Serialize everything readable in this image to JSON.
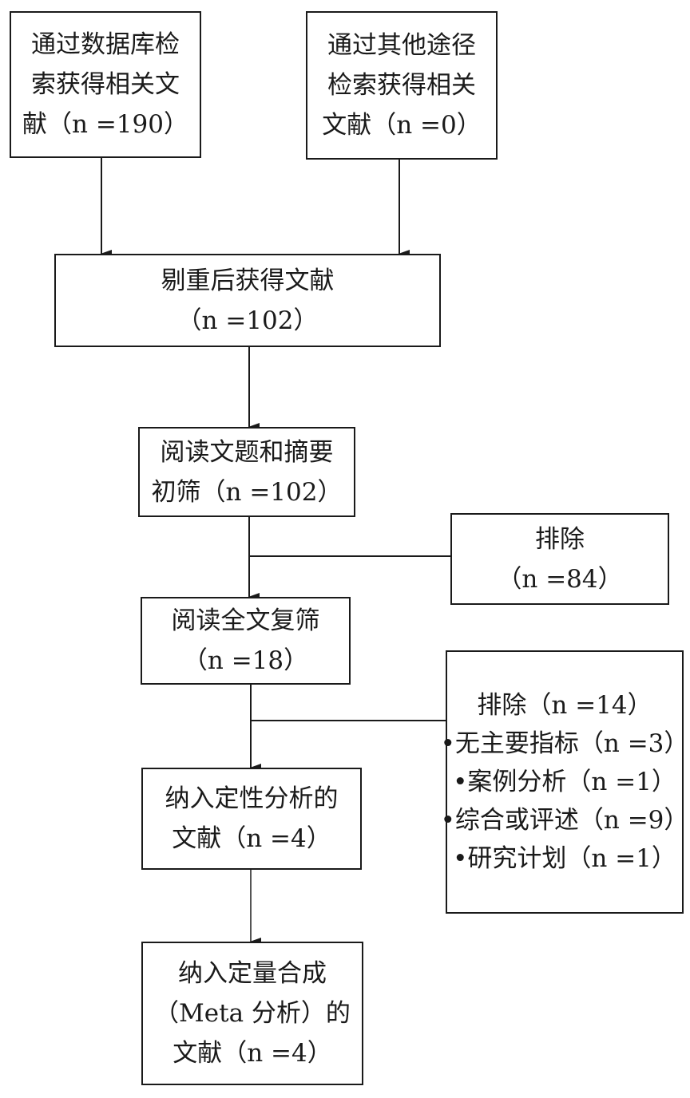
{
  "nodes": {
    "database_search": {
      "lines": [
        "通过数据库检",
        "索获得相关文",
        "献（n =190）"
      ]
    },
    "other_search": {
      "lines": [
        "通过其他途径",
        "检索获得相关",
        "文献（n =0）"
      ]
    },
    "after_dedup": {
      "lines": [
        "剔重后获得文献",
        "（n =102）"
      ]
    },
    "title_abstract_screen": {
      "lines": [
        "阅读文题和摘要",
        "初筛（n =102）"
      ]
    },
    "excluded_first": {
      "lines": [
        "排除",
        "（n =84）"
      ]
    },
    "fulltext_screen": {
      "lines": [
        "阅读全文复筛",
        "（n =18）"
      ]
    },
    "excluded_second": {
      "lines": [
        "排除（n =14）",
        "•无主要指标（n =3）",
        "•案例分析（n =1）",
        "•综合或评述（n =9）",
        "•研究计划（n =1）"
      ]
    },
    "qualitative_included": {
      "lines": [
        "纳入定性分析的",
        "文献（n =4）"
      ]
    },
    "quantitative_included": {
      "lines": [
        "纳入定量合成",
        "（Meta 分析）的",
        "文献（n =4）"
      ]
    }
  }
}
